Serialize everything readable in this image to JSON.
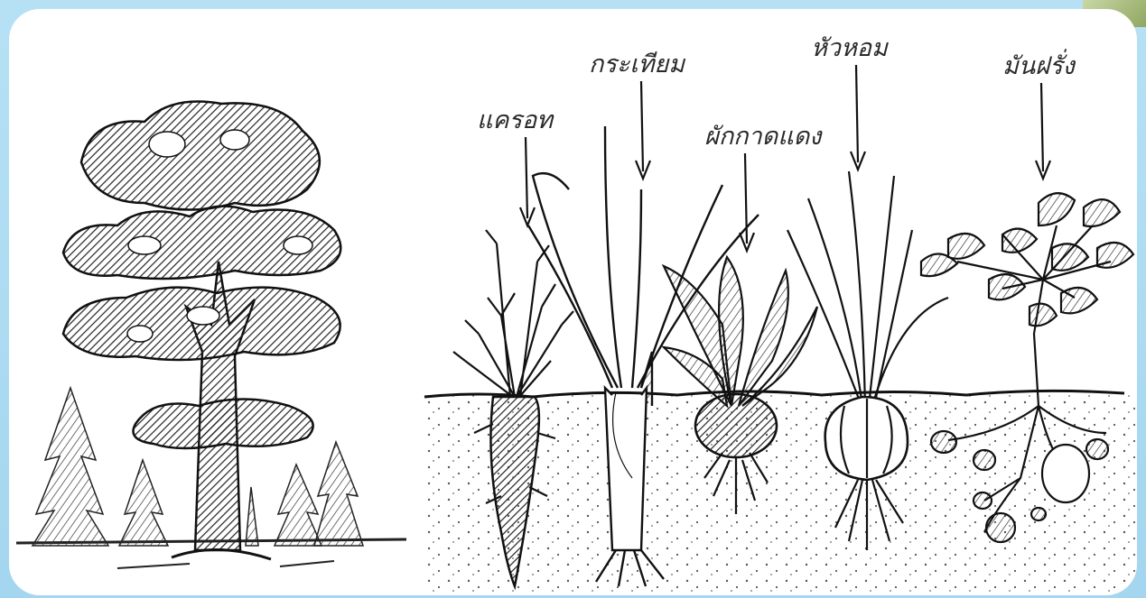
{
  "labels": {
    "carrot": "แครอท",
    "garlic": "กระเทียม",
    "beet": "ผักกาดแดง",
    "onion": "หัวหอม",
    "potato": "มันฝรั่ง"
  },
  "colors": {
    "frame": "#aedcf2",
    "panel": "#ffffff",
    "ink": "#2a2a2a"
  }
}
